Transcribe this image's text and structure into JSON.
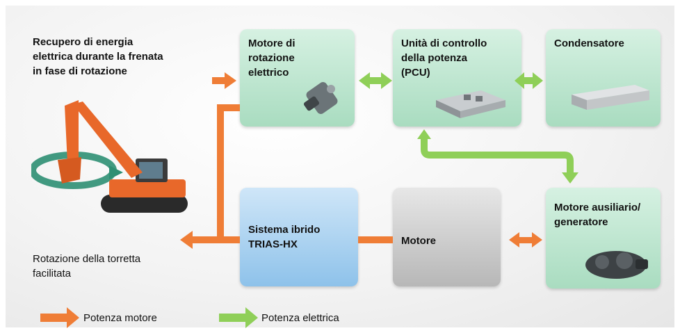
{
  "intro_text": "Recupero di energia\nelettrica durante la frenata\nin fase di rotazione",
  "bottom_text": "Rotazione della torretta\nfacilitata",
  "boxes": {
    "swing_motor": "Motore di\nrotazione\nelettrico",
    "pcu": "Unità di controllo\ndella potenza\n(PCU)",
    "capacitor": "Condensatore",
    "hybrid_system": "Sistema ibrido\nTRIAS-HX",
    "engine": "Motore",
    "aux_motor": "Motore ausiliario/\ngeneratore"
  },
  "legend": {
    "engine_power": "Potenza motore",
    "electric_power": "Potenza elettrica"
  },
  "colors": {
    "engine_power_arrow": "#ef7d36",
    "electric_power_arrow": "#8fcf58",
    "excavator_body": "#e8682a",
    "rotation_arrow": "#2e8f73"
  }
}
